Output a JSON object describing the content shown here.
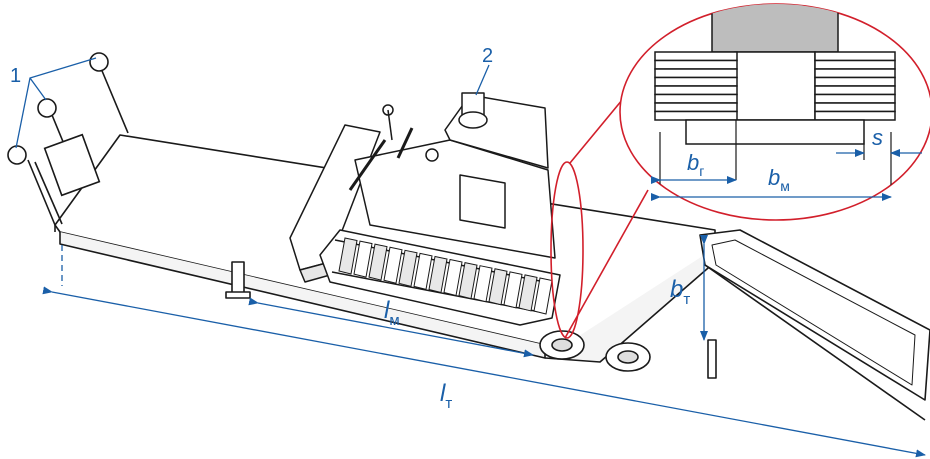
{
  "labels": {
    "marker_num": "1",
    "machine_num": "2",
    "l_t_main": "l",
    "l_t_sub": "т",
    "l_m_main": "l",
    "l_m_sub": "м",
    "b_t_main": "b",
    "b_t_sub": "т",
    "b_g_main": "b",
    "b_g_sub": "г",
    "b_m_main": "b",
    "b_m_sub": "м",
    "s": "s"
  },
  "colors": {
    "dimension": "#1a5fa8",
    "callout": "#d21f2b",
    "outline": "#1a1a1a",
    "track_fill": "#ffffff",
    "body_fill": "#bdbdbd"
  }
}
